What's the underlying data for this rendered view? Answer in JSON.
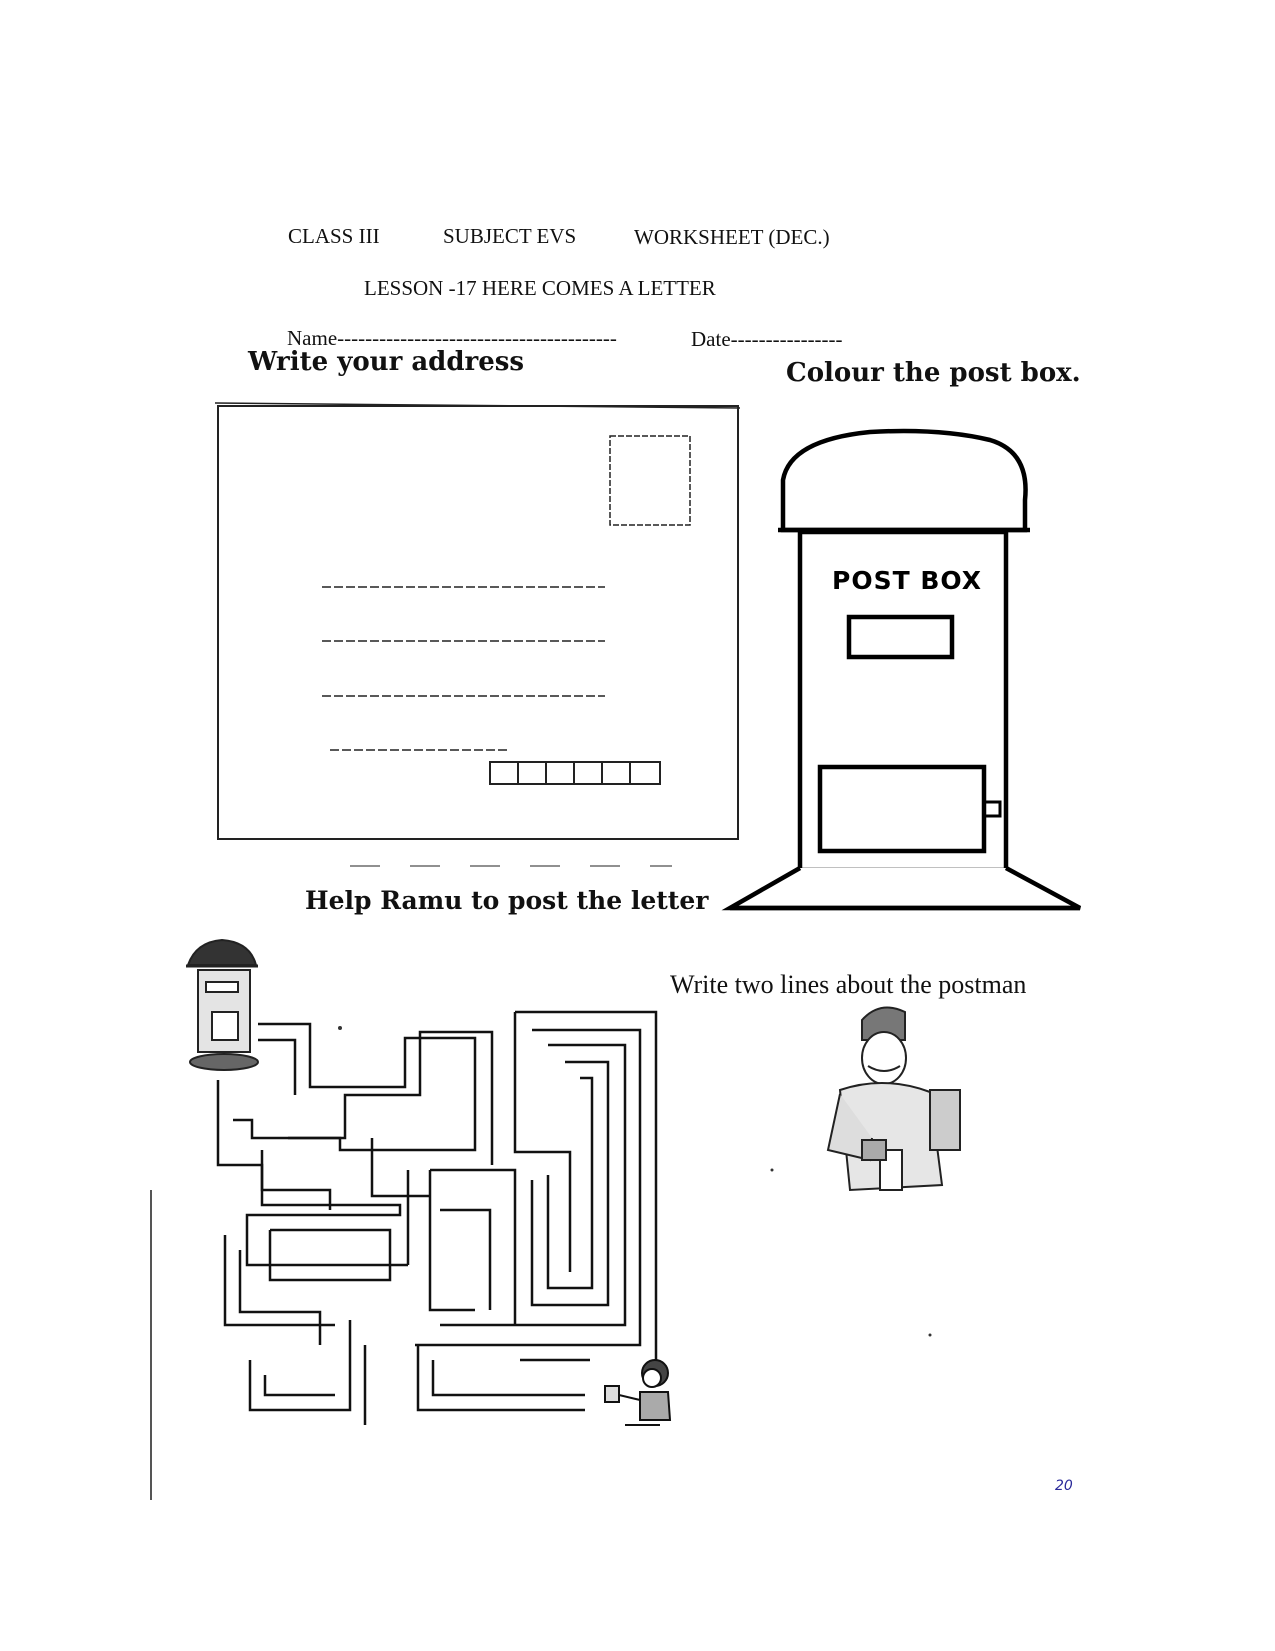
{
  "header": {
    "class_label": "CLASS III",
    "subject_label": "SUBJECT  EVS",
    "worksheet_label": "WORKSHEET (DEC.)",
    "lesson_label": "LESSON -17   HERE COMES A LETTER",
    "name_field": "Name----------------------------------------",
    "date_field": "Date----------------"
  },
  "sections": {
    "address_title": "Write your address",
    "postbox_title": "Colour the post box.",
    "maze_title": "Help Ramu to post the letter",
    "postman_title": "Write two lines about the postman"
  },
  "postbox": {
    "label": "POST BOX"
  },
  "page_mark": "20"
}
